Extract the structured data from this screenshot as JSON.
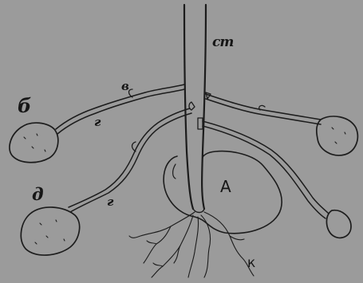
{
  "labels": {
    "stem": "ст",
    "stolon_v": "в",
    "tuber_b": "б",
    "stolon_g_upper": "г",
    "stolon_g_lower": "г",
    "tuber_d": "д",
    "mother_tuber": "А",
    "roots": "к"
  },
  "colors": {
    "paper": "#9b9b9b",
    "ink": "#1c1c1c"
  }
}
